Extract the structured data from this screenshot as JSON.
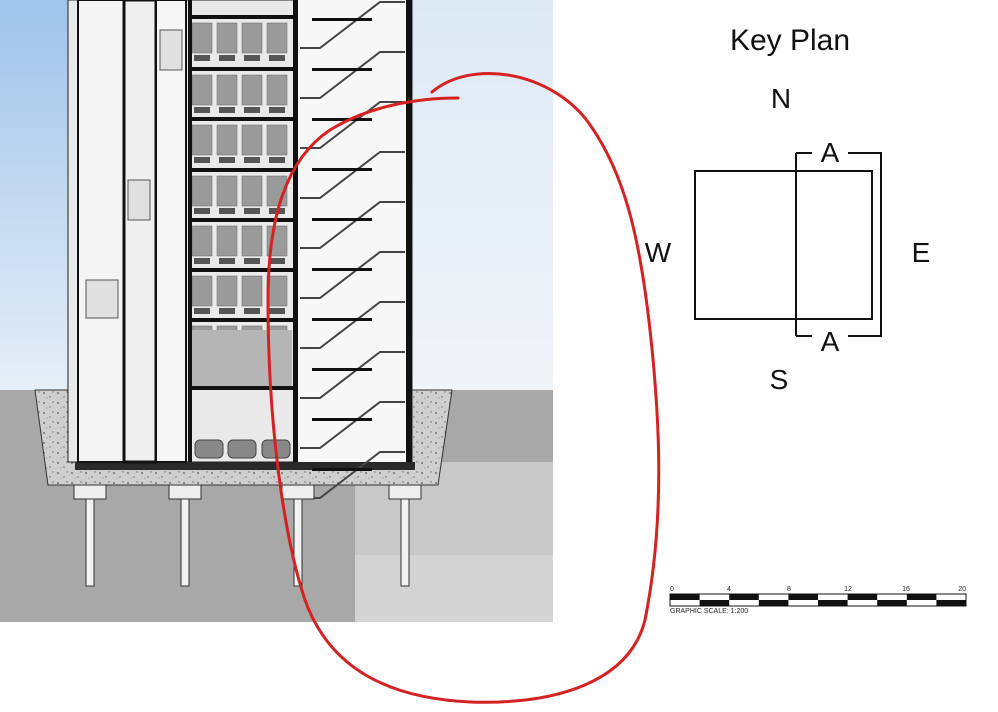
{
  "key_plan": {
    "title": "Key Plan",
    "north": "N",
    "south": "S",
    "east": "E",
    "west": "W",
    "section_top": "A",
    "section_bottom": "A"
  },
  "scale_bar": {
    "ticks": [
      "0",
      "4",
      "8",
      "12",
      "16",
      "20"
    ],
    "caption": "GRAPHIC SCALE: 1:200"
  },
  "colors": {
    "sky": "#b9d4ef",
    "ground": "#a9a9a9",
    "concrete": "#dcdcdc",
    "markup": "#d42222",
    "ink": "#111111"
  }
}
